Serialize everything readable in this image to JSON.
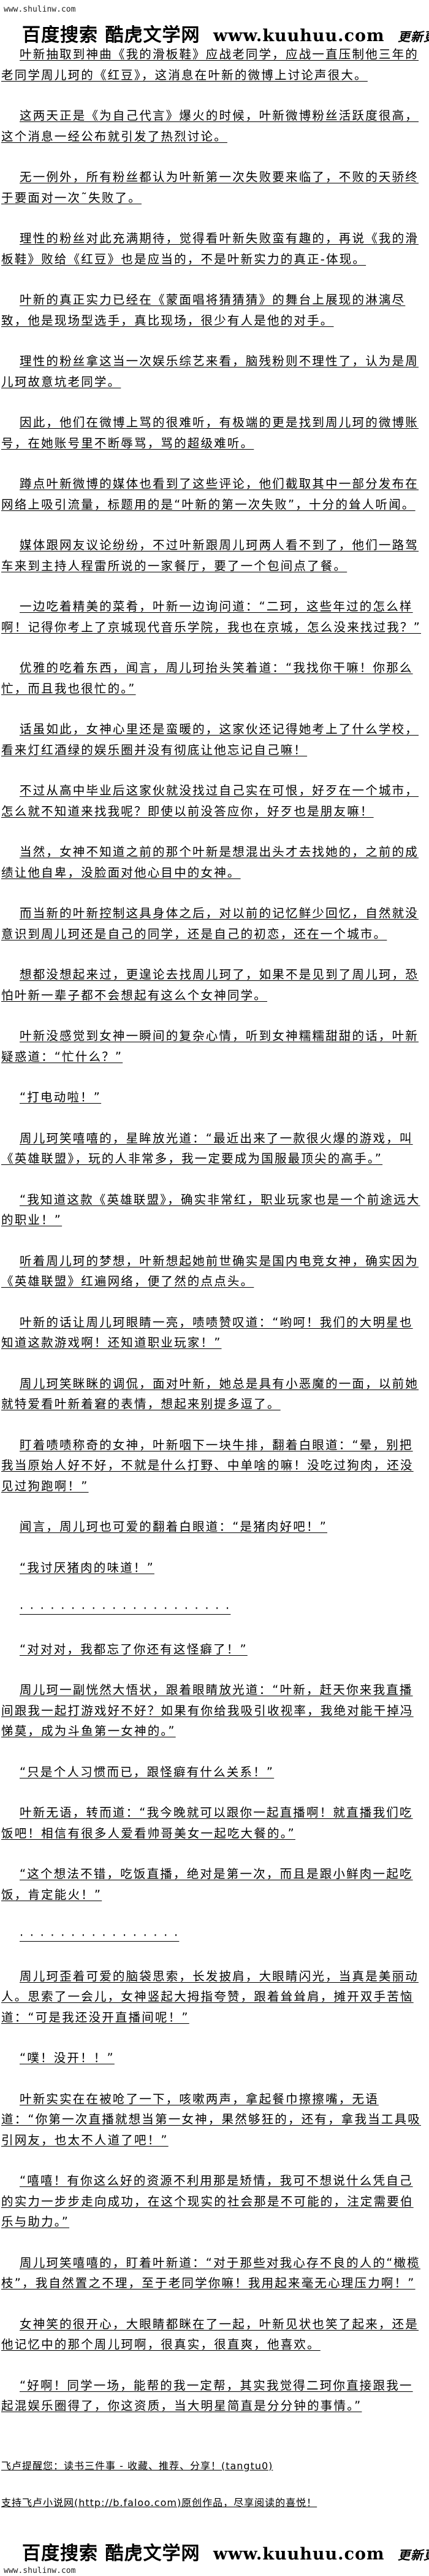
{
  "header": {
    "site": "www.shulinw.com",
    "banner_cn": "百度搜索 酷虎文学网",
    "banner_url": "www.kuuhuu.com",
    "banner_tag": "更新更快"
  },
  "paragraphs": [
    "叶新抽取到神曲《我的滑板鞋》应战老同学，应战一直压制他三年的老同学周儿珂的《红豆》，这消息在叶新的微博上讨论声很大。",
    "这两天正是《为自己代言》爆火的时候，叶新微博粉丝活跃度很高，这个消息一经公布就引发了热烈讨论。",
    "无一例外，所有粉丝都认为叶新第一次失败要来临了，不败的天骄终于要面对一次˜失败了。",
    "理性的粉丝对此充满期待，觉得看叶新失败蛮有趣的，再说《我的滑板鞋》败给《红豆》也是应当的，不是叶新实力的真正-体现。",
    "叶新的真正实力已经在《蒙面唱将猜猜猜》的舞台上展现的淋漓尽致，他是现场型选手，真比现场，很少有人是他的对手。",
    "理性的粉丝拿这当一次娱乐综艺来看，脑残粉则不理性了，认为是周儿珂故意坑老同学。",
    "因此，他们在微博上骂的很难听，有极端的更是找到周儿珂的微博账号，在她账号里不断辱骂，骂的超级难听。",
    "蹲点叶新微博的媒体也看到了这些评论，他们截取其中一部分发布在网络上吸引流量，标题用的是“叶新的第一次失败”，十分的耸人听闻。",
    "媒体跟网友议论纷纷，不过叶新跟周儿珂两人看不到了，他们一路驾车来到主持人程雷所说的一家餐厅，要了一个包间点了餐。",
    "一边吃着精美的菜肴，叶新一边询问道：“二珂，这些年过的怎么样啊！记得你考上了京城现代音乐学院，我也在京城，怎么没来找过我？”",
    "优雅的吃着东西，闻言，周儿珂抬头笑着道：“我找你干嘛！你那么忙，而且我也很忙的。”",
    "话虽如此，女神心里还是蛮暖的，这家伙还记得她考上了什么学校，看来灯红酒绿的娱乐圈并没有彻底让他忘记自己嘛！",
    "不过从高中毕业后这家伙就没找过自己实在可恨，好歹在一个城市，怎么就不知道来找我呢？即使以前没答应你，好歹也是朋友嘛！",
    "当然，女神不知道之前的那个叶新是想混出头才去找她的，之前的成绩让他自卑，没脸面对他心目中的女神。",
    "而当新的叶新控制这具身体之后，对以前的记忆鲜少回忆，自然就没意识到周儿珂还是自己的同学，还是自己的初恋，还在一个城市。",
    "想都没想起来过，更遑论去找周儿珂了，如果不是见到了周儿珂，恐怕叶新一辈子都不会想起有这么个女神同学。",
    "叶新没感觉到女神一瞬间的复杂心情，听到女神糯糯甜甜的话，叶新疑惑道：“忙什么？”",
    "“打电动啦！”",
    "周儿珂笑嘻嘻的，星眸放光道：“最近出来了一款很火爆的游戏，叫《英雄联盟》，玩的人非常多，我一定要成为国服最顶尖的高手。”",
    "“我知道这款《英雄联盟》，确实非常红，职业玩家也是一个前途远大的职业！”",
    "听着周儿珂的梦想，叶新想起她前世确实是国内电竞女神，确实因为《英雄联盟》红遍网络，便了然的点点头。",
    "叶新的话让周儿珂眼睛一亮，啧啧赞叹道：“哟呵！我们的大明星也知道这款游戏啊！还知道职业玩家！”",
    "周儿珂笑眯眯的调侃，面对叶新，她总是具有小恶魔的一面，以前她就特爱看叶新着窘的表情，想起来别提多逗了。",
    "盯着啧啧称奇的女神，叶新咽下一块牛排，翻着白眼道：“晕，别把我当原始人好不好，不就是什么打野、中单啥的嘛！没吃过狗肉，还没见过狗跑啊！”",
    "闻言，周儿珂也可爱的翻着白眼道：“是猪肉好吧！”",
    "“我讨厌猪肉的味道！”",
    "· · · · · · · · · · · · · · · · · · · · ·",
    "“对对对，我都忘了你还有这怪癖了！”",
    "周儿珂一副恍然大悟状，跟着眼睛放光道：“叶新，赶天你来我直播间跟我一起打游戏好不好？如果有你给我吸引收视率，我绝对能干掉冯悌莫，成为斗鱼第一女神的。”",
    "“只是个人习惯而已，跟怪癖有什么关系！”",
    "叶新无语，转而道：“我今晚就可以跟你一起直播啊！就直播我们吃饭吧！相信有很多人爱看帅哥美女一起吃大餐的。”",
    "“这个想法不错，吃饭直播，绝对是第一次，而且是跟小鲜肉一起吃饭，肯定能火！”",
    "· · · · · · · · · · · · · · · ·",
    "周儿珂歪着可爱的脑袋思索，长发披肩，大眼睛闪光，当真是美丽动人。思索了一会儿，女神竖起大拇指夸赞，跟着耸耸肩，摊开双手苦恼道：“可是我还没开直播间呢！”",
    "“噗！没开！！”",
    "叶新实实在在被呛了一下，咳嗽两声，拿起餐巾擦擦嘴，无语道：“你第一次直播就想当第一女神，果然够狂的，还有，拿我当工具吸引网友，也太不人道了吧！”",
    "“嘻嘻！有你这么好的资源不利用那是矫情，我可不想说什么凭自己的实力一步步走向成功，在这个现实的社会那是不可能的，注定需要伯乐与助力。”",
    "周儿珂笑嘻嘻的，盯着叶新道：“对于那些对我心存不良的人的“橄榄枝”，我自然置之不理，至于老同学你嘛！我用起来毫无心理压力啊！”",
    "女神笑的很开心，大眼睛都眯在了一起，叶新见状也笑了起来，还是他记忆中的那个周儿珂啊，很真实，很直爽，他喜欢。",
    "“好啊！同学一场，能帮的我一定帮，其实我觉得二珂你直接跟我一起混娱乐圈得了，你这资质，当大明星简直是分分钟的事情。”"
  ],
  "footer": {
    "reminder": "飞卢提醒您：读书三件事 - 收藏、推荐、分享！(tangtu0)",
    "support": "支持飞卢小说网(http://b.faloo.com)原创作品，尽享阅读的喜悦！",
    "banner_cn": "百度搜索 酷虎文学网",
    "banner_url": "www.kuuhuu.com",
    "banner_tag": "更新更快",
    "site": "www.shulinw.com"
  }
}
